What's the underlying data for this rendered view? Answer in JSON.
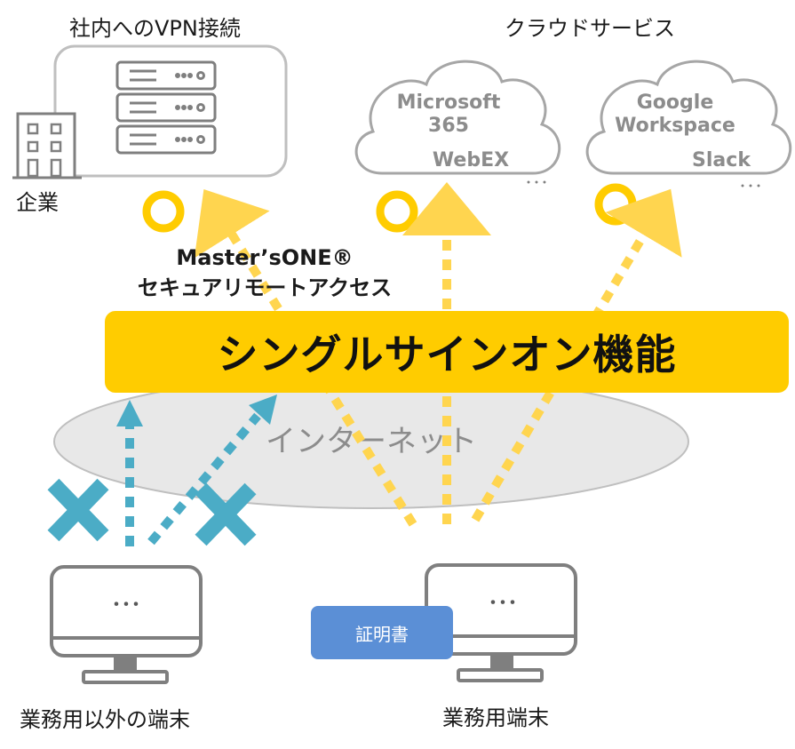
{
  "labels": {
    "vpn_title": "社内へのVPN接続",
    "cloud_title": "クラウドサービス",
    "corporate": "企業",
    "product_name": "Master’sONE®",
    "product_sub": "セキュアリモートアクセス",
    "sso": "シングルサインオン機能",
    "internet": "インターネット",
    "certificate": "証明書",
    "terminal_other": "業務用以外の端末",
    "terminal_business": "業務用端末"
  },
  "cloud1": {
    "line1": "Microsoft",
    "line2": "365",
    "line3": "WebEX",
    "more": "･･･"
  },
  "cloud2": {
    "line1": "Google",
    "line2": "Workspace",
    "line3": "Slack",
    "more": "･･･"
  },
  "monitor_dots": "･･･",
  "colors": {
    "yellow": "#ffcc00",
    "arrow_yellow": "#ffd54f",
    "blue": "#4bacc6",
    "cert_blue": "#5b8fd6",
    "gray": "#a6a6a6",
    "internet_fill": "#e8e8e8"
  }
}
